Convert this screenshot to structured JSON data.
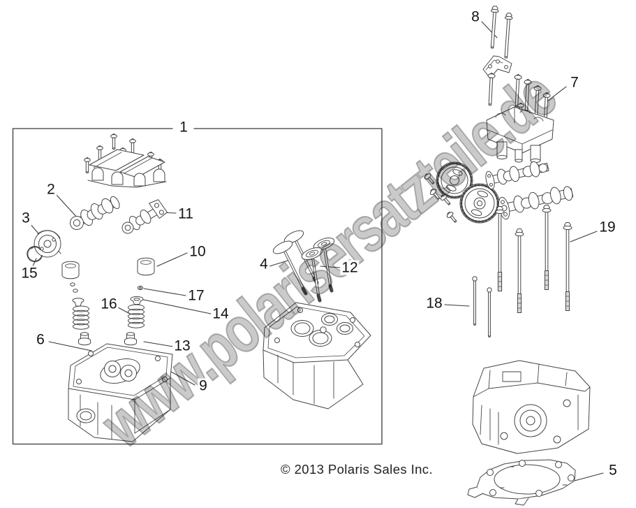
{
  "watermark": {
    "text": "www.polarisersatzteile.de"
  },
  "footer": {
    "copyright": "© 2013 Polaris Sales Inc."
  },
  "callouts": [
    {
      "label": "1"
    },
    {
      "label": "2"
    },
    {
      "label": "3"
    },
    {
      "label": "4"
    },
    {
      "label": "5"
    },
    {
      "label": "6"
    },
    {
      "label": "7"
    },
    {
      "label": "8"
    },
    {
      "label": "9"
    },
    {
      "label": "10"
    },
    {
      "label": "11"
    },
    {
      "label": "12"
    },
    {
      "label": "13"
    },
    {
      "label": "14"
    },
    {
      "label": "15"
    },
    {
      "label": "16"
    },
    {
      "label": "17"
    },
    {
      "label": "18"
    },
    {
      "label": "19"
    }
  ]
}
